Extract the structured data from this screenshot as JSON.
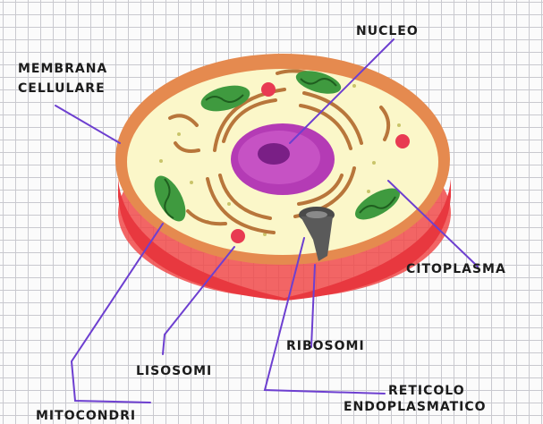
{
  "labels": {
    "nucleo": "NUCLEO",
    "membrana_line1": "MEMBRANA",
    "membrana_line2": "CELLULARE",
    "citoplasma": "CITOPLASMA",
    "ribosomi": "RIBOSOMI",
    "lisosomi": "LISOSOMI",
    "reticolo_line1": "RETICOLO",
    "reticolo_line2": "ENDOPLASMATICO",
    "mitocondri": "MITOCONDRI"
  },
  "colors": {
    "membrane": "#e58a4f",
    "membrane_rim": "#f04a4a",
    "cytoplasm": "#fbf7c9",
    "nucleus": "#b43bb5",
    "nucleolus": "#7a1f86",
    "mitochondria": "#3f9a3f",
    "reticulum": "#b8763b",
    "lysosome": "#e83a52",
    "ribosome": "#4a4a4a",
    "leader_line": "#6d3fd0"
  }
}
